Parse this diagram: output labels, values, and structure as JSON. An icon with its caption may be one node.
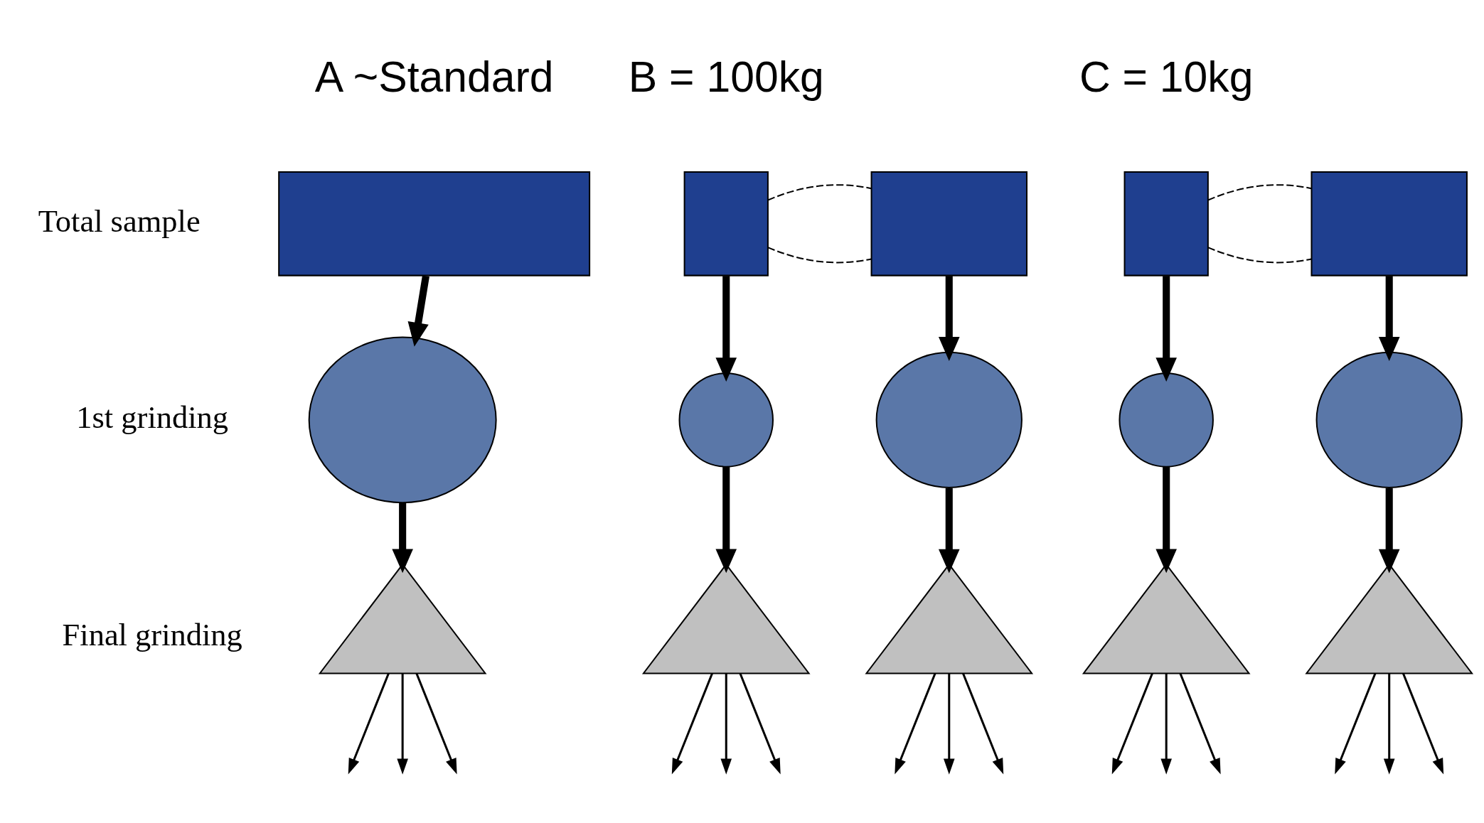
{
  "diagram": {
    "nodes": [
      {
        "text": [],
        "shape": "box"
      },
      {
        "text": [],
        "shape": "box"
      },
      {
        "text": [],
        "shape": "box"
      },
      {
        "text": [],
        "shape": "box"
      },
      {
        "text": [],
        "shape": "box"
      },
      {
        "text": [],
        "shape": "circle"
      },
      {
        "text": [],
        "shape": "circle"
      },
      {
        "text": [],
        "shape": "circle"
      },
      {
        "text": [],
        "shape": "circle"
      },
      {
        "text": [],
        "shape": "circle"
      },
      {
        "text": [],
        "shape": "triangle"
      },
      {
        "text": [],
        "shape": "triangle"
      },
      {
        "text": [],
        "shape": "triangle"
      },
      {
        "text": [],
        "shape": "triangle"
      },
      {
        "text": [],
        "shape": "triangle"
      }
    ],
    "edges": [
      {
        "from": 1,
        "to": 2,
        "arrow": "none",
        "style": "dashed"
      },
      {
        "from": 1,
        "to": 2,
        "arrow": "none",
        "style": "dashed"
      },
      {
        "from": 3,
        "to": 4,
        "arrow": "none",
        "style": "dashed"
      },
      {
        "from": 3,
        "to": 4,
        "arrow": "none",
        "style": "dashed"
      },
      {
        "from": 0,
        "to": 5,
        "arrow": "to",
        "style": "thick"
      },
      {
        "from": 1,
        "to": 6,
        "arrow": "to",
        "style": "thick"
      },
      {
        "from": 2,
        "to": 7,
        "arrow": "to",
        "style": "thick"
      },
      {
        "from": 3,
        "to": 8,
        "arrow": "to",
        "style": "thick"
      },
      {
        "from": 4,
        "to": 9,
        "arrow": "to",
        "style": "thick"
      },
      {
        "from": 5,
        "to": 10,
        "arrow": "to",
        "style": "thick"
      },
      {
        "from": 6,
        "to": 11,
        "arrow": "to",
        "style": "thick"
      },
      {
        "from": 7,
        "to": 12,
        "arrow": "to",
        "style": "thick"
      },
      {
        "from": 8,
        "to": 13,
        "arrow": "to",
        "style": "thick"
      },
      {
        "from": 9,
        "to": 14,
        "arrow": "to",
        "style": "thick"
      },
      {
        "from": 10,
        "to": null,
        "arrow": "to"
      },
      {
        "from": 10,
        "to": null,
        "arrow": "to"
      },
      {
        "from": 10,
        "to": null,
        "arrow": "to"
      },
      {
        "from": 11,
        "to": null,
        "arrow": "to"
      },
      {
        "from": 11,
        "to": null,
        "arrow": "to"
      },
      {
        "from": 11,
        "to": null,
        "arrow": "to"
      },
      {
        "from": 12,
        "to": null,
        "arrow": "to"
      },
      {
        "from": 12,
        "to": null,
        "arrow": "to"
      },
      {
        "from": 12,
        "to": null,
        "arrow": "to"
      },
      {
        "from": 13,
        "to": null,
        "arrow": "to"
      },
      {
        "from": 13,
        "to": null,
        "arrow": "to"
      },
      {
        "from": 13,
        "to": null,
        "arrow": "to"
      },
      {
        "from": 14,
        "to": null,
        "arrow": "to"
      },
      {
        "from": 14,
        "to": null,
        "arrow": "to"
      },
      {
        "from": 14,
        "to": null,
        "arrow": "to"
      }
    ],
    "labels": [
      "A ~Standard",
      "B = 100kg",
      "C = 10kg",
      "Total sample",
      "1st grinding",
      "Final grinding"
    ]
  }
}
